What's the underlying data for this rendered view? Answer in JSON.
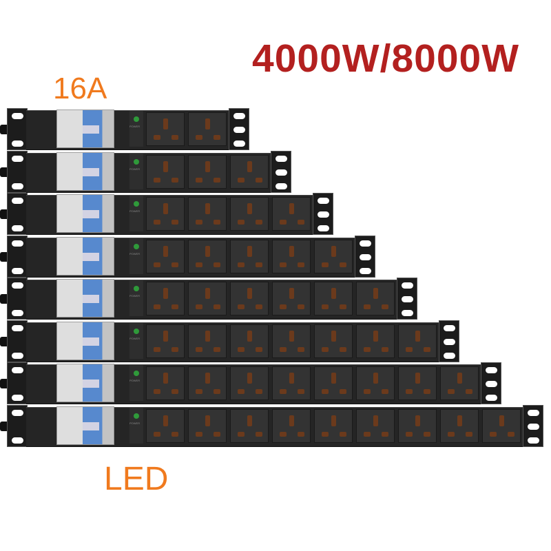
{
  "headline": "4000W/8000W",
  "breaker_label": "16A",
  "indicator_label": "LED",
  "power_label": "POWER",
  "strips": [
    {
      "outlets": 2
    },
    {
      "outlets": 3
    },
    {
      "outlets": 4
    },
    {
      "outlets": 5
    },
    {
      "outlets": 6
    },
    {
      "outlets": 7
    },
    {
      "outlets": 8
    },
    {
      "outlets": 9
    }
  ],
  "colors": {
    "headline": "#b3201f",
    "labels": "#f07a1e",
    "led": "#2f9a3a"
  }
}
